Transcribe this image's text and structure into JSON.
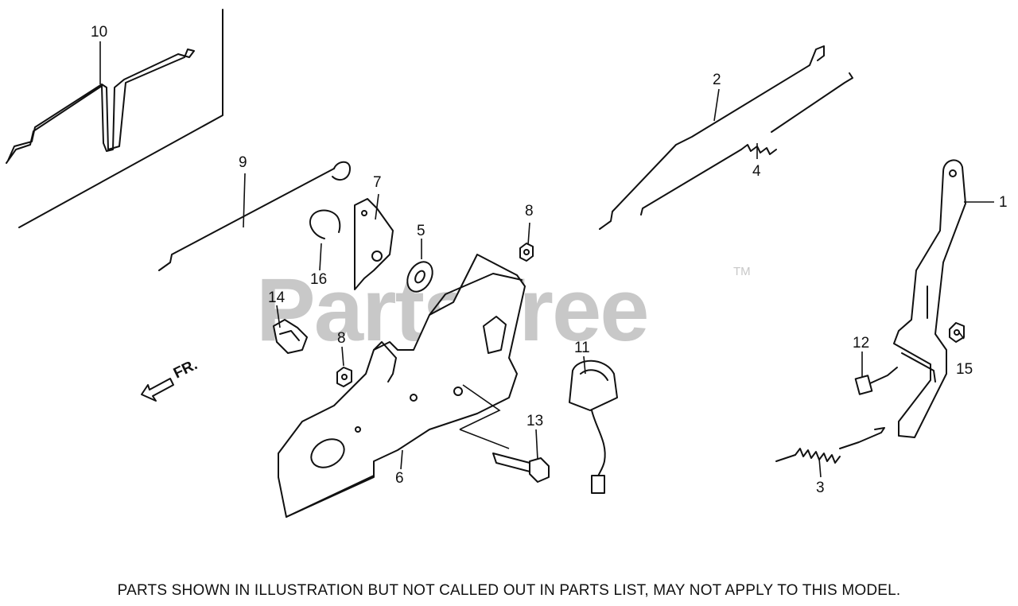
{
  "watermark": {
    "brand": "PartsTree",
    "trademark": "TM"
  },
  "orientation_marker": {
    "label": "FR."
  },
  "callouts": [
    {
      "ref": "part-1",
      "label": "1"
    },
    {
      "ref": "part-2",
      "label": "2"
    },
    {
      "ref": "part-3",
      "label": "3"
    },
    {
      "ref": "part-4",
      "label": "4"
    },
    {
      "ref": "part-5",
      "label": "5"
    },
    {
      "ref": "part-6",
      "label": "6"
    },
    {
      "ref": "part-7",
      "label": "7"
    },
    {
      "ref": "part-8a",
      "label": "8"
    },
    {
      "ref": "part-8b",
      "label": "8"
    },
    {
      "ref": "part-9",
      "label": "9"
    },
    {
      "ref": "part-10",
      "label": "10"
    },
    {
      "ref": "part-11",
      "label": "11"
    },
    {
      "ref": "part-12",
      "label": "12"
    },
    {
      "ref": "part-13",
      "label": "13"
    },
    {
      "ref": "part-14",
      "label": "14"
    },
    {
      "ref": "part-15",
      "label": "15"
    },
    {
      "ref": "part-16",
      "label": "16"
    }
  ],
  "footer": {
    "disclaimer": "PARTS SHOWN IN ILLUSTRATION BUT NOT CALLED OUT IN PARTS LIST, MAY NOT APPLY TO THIS MODEL."
  }
}
